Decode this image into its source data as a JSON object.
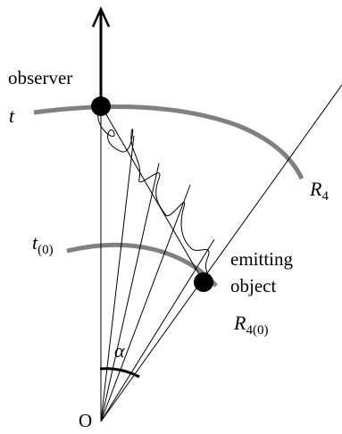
{
  "labels": {
    "observer": "observer",
    "t": "t",
    "t0": "t",
    "t0_sub": "(0)",
    "R4": "R",
    "R4_sub": "4",
    "R40": "R",
    "R40_sub": "4(0)",
    "emitting_line1": "emitting",
    "emitting_line2": "object",
    "alpha": "α",
    "origin": "O"
  },
  "colors": {
    "arc": "#808080",
    "line": "#000000",
    "dot": "#000000"
  },
  "icons": {
    "up_arrow": "up-arrow-icon"
  }
}
